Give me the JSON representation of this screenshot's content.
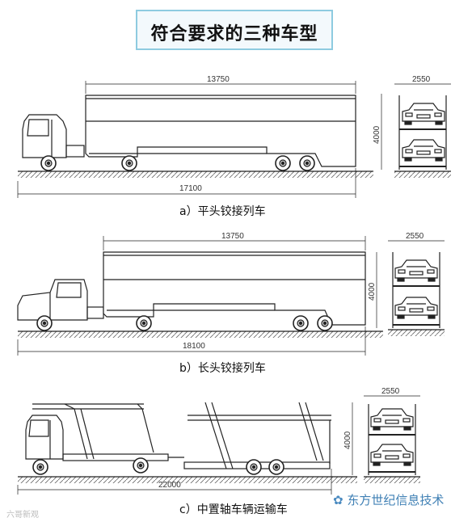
{
  "title": "符合要求的三种车型",
  "diagrams": [
    {
      "caption": "a）平头铰接列车",
      "trailer_length": "13750",
      "total_length": "17100",
      "width": "2550",
      "height": "4000"
    },
    {
      "caption": "b）长头铰接列车",
      "trailer_length": "13750",
      "total_length": "18100",
      "width": "2550",
      "height": "4000"
    },
    {
      "caption": "c）中置轴车辆运输车",
      "total_length": "22000",
      "width": "2550",
      "height": "4000"
    }
  ],
  "watermark": "东方世纪信息技术",
  "source_logo": "六哥新观"
}
